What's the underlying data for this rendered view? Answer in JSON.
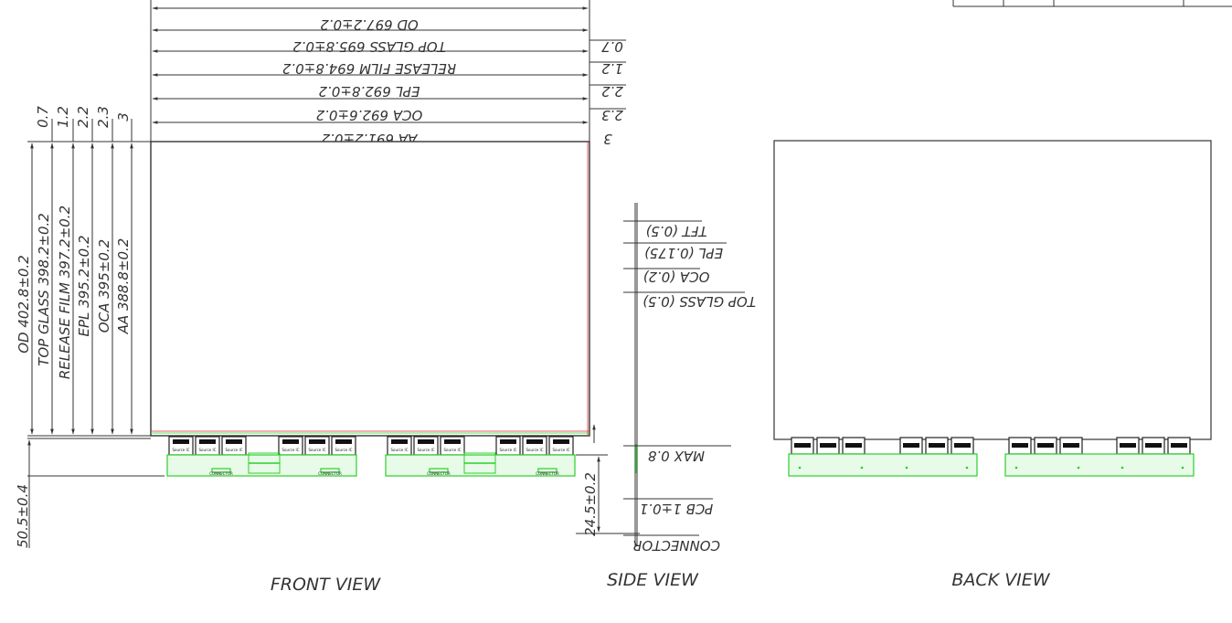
{
  "front": {
    "top_dims": [
      {
        "text": "OD 697.2±0.2"
      },
      {
        "text": "TOP GLASS 695.8±0.2"
      },
      {
        "text": "RELEASE FILM 694.8±0.2"
      },
      {
        "text": "EPL 692.8±0.2"
      },
      {
        "text": "OCA 692.6±0.2"
      },
      {
        "text": "AA 691.2±0.2"
      }
    ],
    "right_offsets": [
      "0.7",
      "1.2",
      "2.2",
      "2.3",
      "3"
    ],
    "top_offsets": [
      "0.7",
      "1.2",
      "2.2",
      "2.3",
      "3"
    ],
    "left_dims": [
      "OD 402.8±0.2",
      "TOP GLASS 398.2±0.2",
      "RELEASE FILM 397.2±0.2",
      "EPL 395.2±0.2",
      "OCA 395±0.2",
      "AA 388.8±0.2"
    ],
    "bottom_dim": "50.5±0.4",
    "label": "FRONT VIEW"
  },
  "side": {
    "layers": [
      "TFT (0.5)",
      "EPL (0.175)",
      "OCA (0.2)",
      "TOP GLASS (0.5)"
    ],
    "max": "MAX 0.8",
    "pcb": "PCB 1±0.1",
    "connector": "CONNECTOR",
    "height": "24.5±0.2",
    "label": "SIDE VIEW"
  },
  "back": {
    "label": "BACK VIEW"
  },
  "ic_label": "Source IC",
  "connector_label": "CONNECTOR"
}
